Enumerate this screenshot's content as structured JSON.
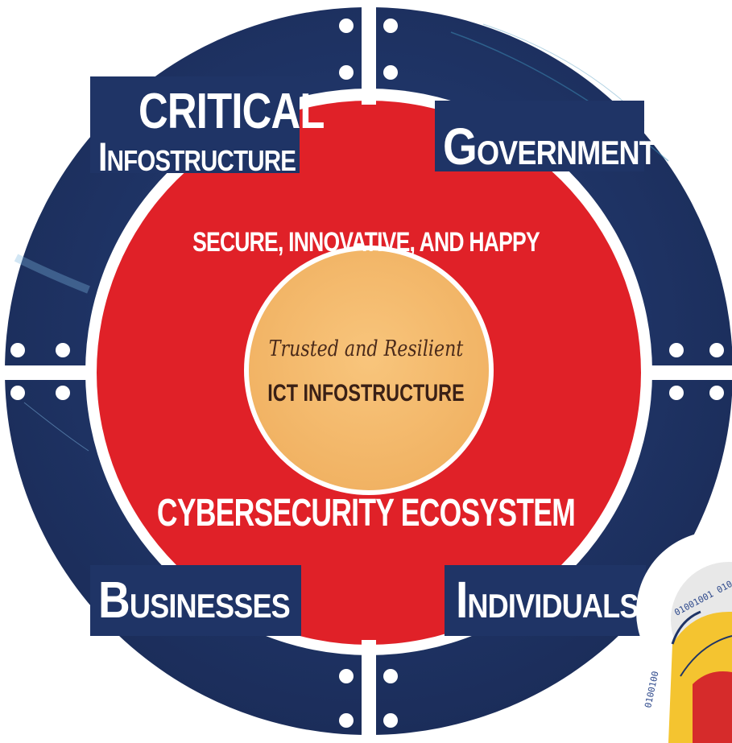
{
  "quadrants": {
    "critical_line1": "CRITICAL",
    "critical_line2_initial": "I",
    "critical_line2_rest": "NFOSTRUCTURE",
    "government_initial": "G",
    "government_rest": "OVERNMENT",
    "businesses_initial": "B",
    "businesses_rest": "USINESSES",
    "individuals_initial": "I",
    "individuals_rest": "NDIVIDUALS"
  },
  "ring": {
    "tagline": "SECURE, INNOVATIVE, AND HAPPY",
    "ecosystem": "CYBERSECURITY ECOSYSTEM"
  },
  "core": {
    "script": "Trusted and Resilient",
    "title": "ICT INFOSTRUCTURE"
  },
  "seal": {
    "binary_top": "01001001  010",
    "binary_left": "0100100"
  },
  "colors": {
    "outer_ring": "#1f3466",
    "red_ring": "#e02128",
    "core": "#f6bd6e",
    "separator": "#ffffff"
  }
}
